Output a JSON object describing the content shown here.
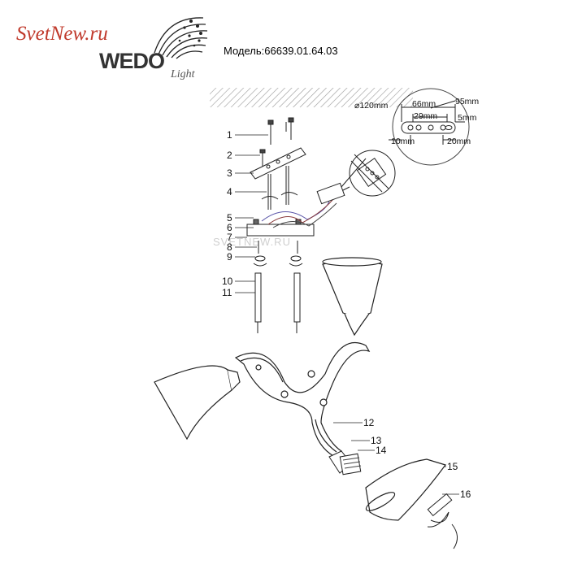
{
  "brand": {
    "site": "SvetNew.ru",
    "logo_main": "WEDO",
    "logo_sub": "Light"
  },
  "model_label": "Модель:66639.01.64.03",
  "watermark": "SVETNEW.RU",
  "dimensions": {
    "diameter": "⌀120mm",
    "d66": "66mm",
    "d95": "95mm",
    "d29": "29mm",
    "d5": "5mm",
    "d10": "10mm",
    "d20": "20mm"
  },
  "part_numbers": [
    "1",
    "2",
    "3",
    "4",
    "5",
    "6",
    "7",
    "8",
    "9",
    "10",
    "11",
    "12",
    "13",
    "14",
    "15",
    "16"
  ]
}
